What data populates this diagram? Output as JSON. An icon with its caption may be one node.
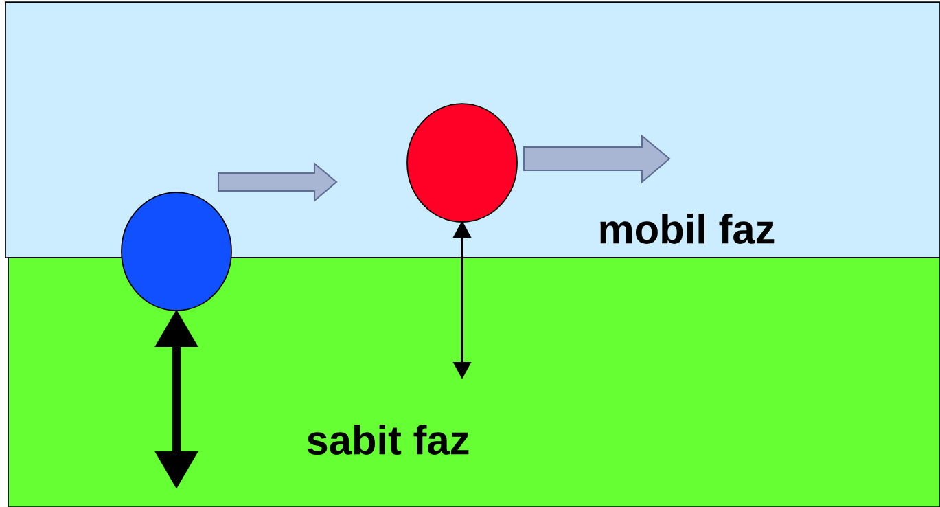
{
  "diagram": {
    "nodes": [
      {
        "text": [
          "mobil faz"
        ]
      },
      {
        "text": [
          "sabit faz"
        ]
      },
      {
        "text": [],
        "shape": "circle"
      },
      {
        "text": [],
        "shape": "circle",
        "in": 0
      }
    ],
    "edges": [
      {
        "from": 1,
        "to": 2,
        "arrow": "both",
        "style": "thick"
      },
      {
        "from": 1,
        "to": 3,
        "arrow": "both"
      }
    ]
  }
}
